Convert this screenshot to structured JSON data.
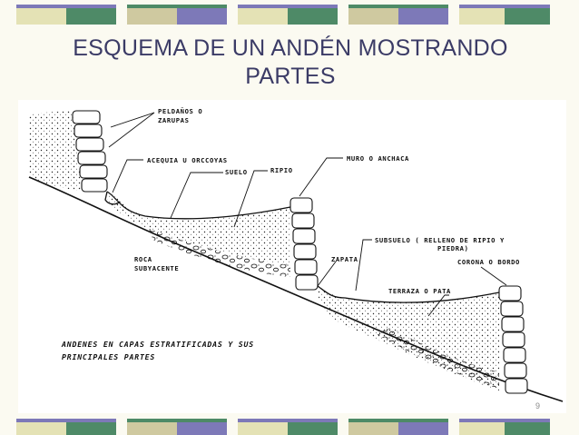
{
  "slide": {
    "title_line1": "ESQUEMA DE UN ANDÉN MOSTRANDO",
    "title_line2": "PARTES",
    "page_number": "9"
  },
  "colors": {
    "title": "#3b3b66",
    "stripe_green": "#4e8a67",
    "stripe_cream": "#e4e2b5",
    "stripe_purple": "#7d79b8",
    "stripe_beige": "#cfc9a0"
  },
  "diagram": {
    "labels": {
      "peldanos_1": "PELDAÑOS O",
      "peldanos_2": "ZARUPAS",
      "acequia": "ACEQUIA U ORCCOYAS",
      "suelo": "SUELO",
      "ripio": "RIPIO",
      "muro": "MURO O ANCHACA",
      "subsuelo_1": "SUBSUELO ( RELLENO DE RIPIO Y",
      "subsuelo_2": "PIEDRA)",
      "roca_1": "ROCA",
      "roca_2": "SUBYACENTE",
      "zapata": "ZAPATA",
      "corona": "CORONA O BORDO",
      "terraza": "TERRAZA O PATA"
    },
    "caption_1": "ANDENES EN CAPAS ESTRATIFICADAS Y SUS",
    "caption_2": "PRINCIPALES PARTES"
  }
}
